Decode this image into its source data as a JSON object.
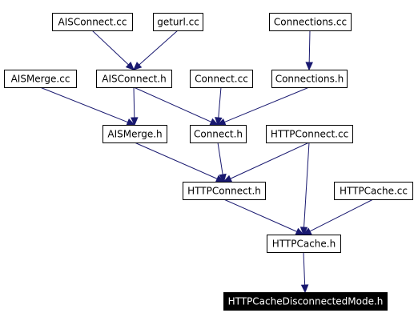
{
  "nodes": [
    {
      "id": "aisconnect-cc",
      "label": "AISConnect.cc"
    },
    {
      "id": "geturl-cc",
      "label": "geturl.cc"
    },
    {
      "id": "connections-cc",
      "label": "Connections.cc"
    },
    {
      "id": "aismerge-cc",
      "label": "AISMerge.cc"
    },
    {
      "id": "aisconnect-h",
      "label": "AISConnect.h"
    },
    {
      "id": "connect-cc",
      "label": "Connect.cc"
    },
    {
      "id": "connections-h",
      "label": "Connections.h"
    },
    {
      "id": "aismerge-h",
      "label": "AISMerge.h"
    },
    {
      "id": "connect-h",
      "label": "Connect.h"
    },
    {
      "id": "httpconnect-cc",
      "label": "HTTPConnect.cc"
    },
    {
      "id": "httpconnect-h",
      "label": "HTTPConnect.h"
    },
    {
      "id": "httpcache-cc",
      "label": "HTTPCache.cc"
    },
    {
      "id": "httpcache-h",
      "label": "HTTPCache.h"
    },
    {
      "id": "httpcachedisconnectedmode-h",
      "label": "HTTPCacheDisconnectedMode.h"
    }
  ],
  "edges": [
    {
      "from": "aisconnect-cc",
      "to": "aisconnect-h"
    },
    {
      "from": "geturl-cc",
      "to": "aisconnect-h"
    },
    {
      "from": "connections-cc",
      "to": "connections-h"
    },
    {
      "from": "aismerge-cc",
      "to": "aismerge-h"
    },
    {
      "from": "aisconnect-h",
      "to": "aismerge-h"
    },
    {
      "from": "aisconnect-h",
      "to": "connect-h"
    },
    {
      "from": "connect-cc",
      "to": "connect-h"
    },
    {
      "from": "connections-h",
      "to": "connect-h"
    },
    {
      "from": "aismerge-h",
      "to": "httpconnect-h"
    },
    {
      "from": "connect-h",
      "to": "httpconnect-h"
    },
    {
      "from": "httpconnect-cc",
      "to": "httpconnect-h"
    },
    {
      "from": "httpconnect-cc",
      "to": "httpcache-h"
    },
    {
      "from": "httpconnect-h",
      "to": "httpcache-h"
    },
    {
      "from": "httpcache-cc",
      "to": "httpcache-h"
    },
    {
      "from": "httpcache-h",
      "to": "httpcachedisconnectedmode-h"
    }
  ],
  "highlighted": "httpcachedisconnectedmode-h",
  "colors": {
    "edge": "#191970",
    "node_border": "#000000",
    "node_fill": "#ffffff",
    "highlight_fill": "#000000",
    "highlight_text": "#ffffff"
  }
}
